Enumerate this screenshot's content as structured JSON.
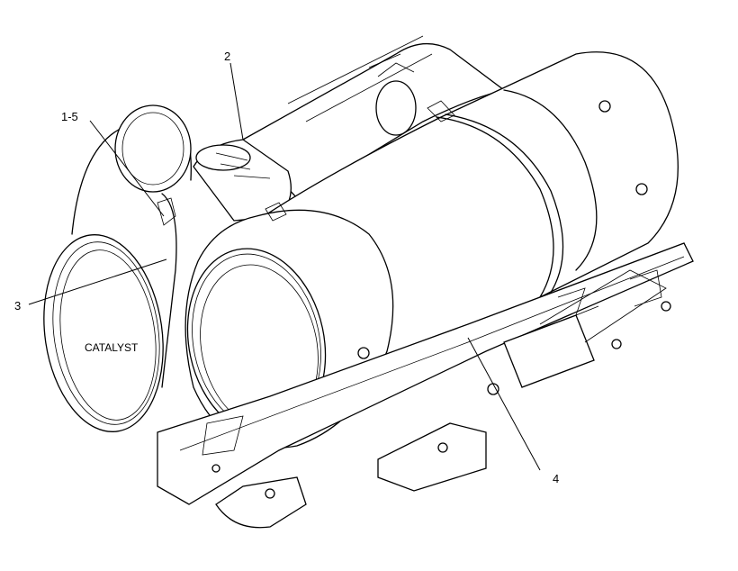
{
  "callouts": {
    "part_1_5": "1-5",
    "part_2": "2",
    "part_3": "3",
    "part_4": "4"
  },
  "text_labels": {
    "catalyst": "CATALYST"
  }
}
